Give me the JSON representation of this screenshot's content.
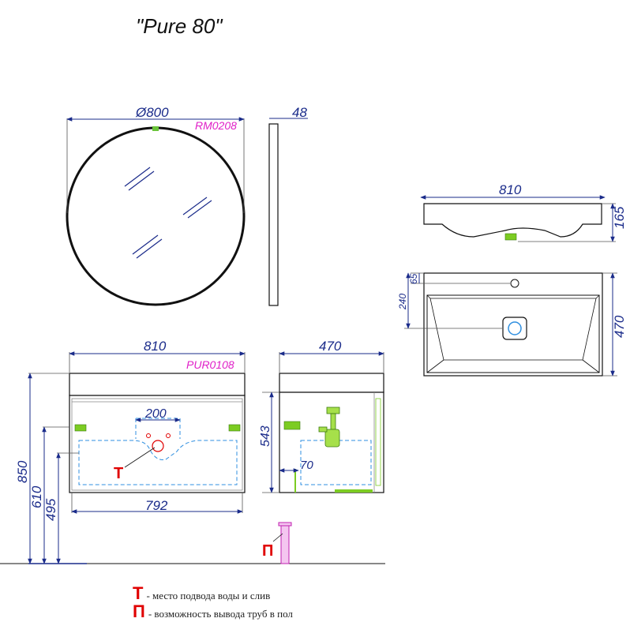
{
  "title": "\"Pure 80\"",
  "mirror": {
    "diameter_label": "Ø800",
    "depth_label": "48",
    "code": "RM0208"
  },
  "cabinet_front": {
    "width_label": "810",
    "inner_width_label": "792",
    "code": "PUR0108",
    "opening_label": "200",
    "heights": [
      "850",
      "610",
      "495"
    ],
    "marker_t": "Т"
  },
  "cabinet_side": {
    "depth_label": "470",
    "height_label": "543",
    "offset_label": "70"
  },
  "basin": {
    "width_label": "810",
    "height_label": "165",
    "depth_label": "470",
    "tap_offset_label": "65",
    "drain_offset_label": "240"
  },
  "floor_marker": "П",
  "legend": [
    {
      "mark": "Т",
      "text": "- место подвода воды и слив"
    },
    {
      "mark": "П",
      "text": "- возможность вывода труб в пол"
    }
  ],
  "colors": {
    "dimension": "#1a2b8a",
    "code": "#e020c8",
    "marker": "#e00000",
    "hidden": "#2f8fe0",
    "fitting": "#7ccc22"
  }
}
